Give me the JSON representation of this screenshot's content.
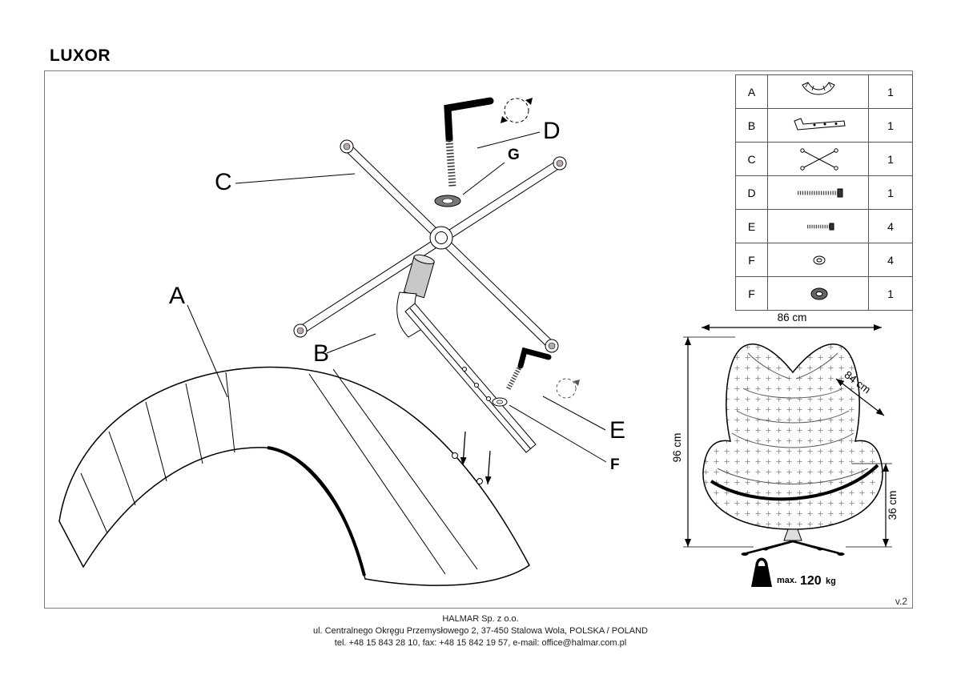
{
  "page": {
    "title": "LUXOR",
    "version": "v.2"
  },
  "parts_table": {
    "rows": [
      {
        "label": "A",
        "icon": "shell-part-icon",
        "qty": "1"
      },
      {
        "label": "B",
        "icon": "bracket-part-icon",
        "qty": "1"
      },
      {
        "label": "C",
        "icon": "cross-base-icon",
        "qty": "1"
      },
      {
        "label": "D",
        "icon": "long-bolt-icon",
        "qty": "1"
      },
      {
        "label": "E",
        "icon": "short-screw-icon",
        "qty": "4"
      },
      {
        "label": "F",
        "icon": "small-washer-icon",
        "qty": "4"
      },
      {
        "label": "F",
        "icon": "large-washer-icon",
        "qty": "1"
      }
    ]
  },
  "diagram": {
    "labels": {
      "a": "A",
      "b": "B",
      "c": "C",
      "d": "D",
      "e": "E",
      "f": "F",
      "g": "G"
    }
  },
  "dimensions": {
    "width": "86 cm",
    "height": "96 cm",
    "depth": "84 cm",
    "seat_height": "36 cm",
    "max_load_prefix": "max.",
    "max_load_value": "120",
    "max_load_unit": "kg"
  },
  "footer": {
    "line1": "HALMAR Sp. z o.o.",
    "line2": "ul. Centralnego Okręgu Przemysłowego 2, 37-450 Stalowa Wola, POLSKA / POLAND",
    "line3": "tel. +48 15 843 28 10, fax: +48 15 842 19 57, e-mail: office@halmar.com.pl"
  }
}
